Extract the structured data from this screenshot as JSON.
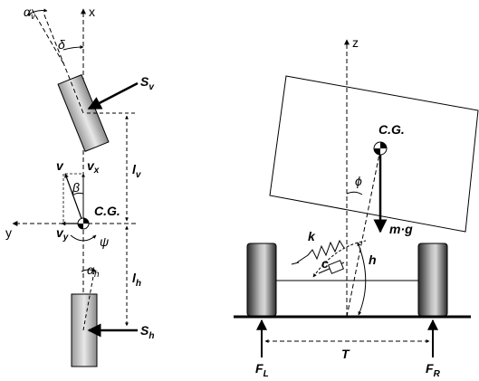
{
  "left": {
    "axis_x": "x",
    "axis_y": "y",
    "alpha_v": "α",
    "alpha_v_sub": "v",
    "delta": "δ",
    "S_v": "S",
    "S_v_sub": "v",
    "l_v": "l",
    "l_v_sub": "v",
    "v": "v",
    "v_x": "v",
    "v_x_sub": "x",
    "beta": "β",
    "v_y": "v",
    "v_y_sub": "y",
    "cg": "C.G.",
    "psi": "ψ",
    "l_h": "l",
    "l_h_sub": "h",
    "alpha_h": "α",
    "alpha_h_sub": "h",
    "S_h": "S",
    "S_h_sub": "h"
  },
  "right": {
    "axis_z": "z",
    "cg": "C.G.",
    "phi": "ϕ",
    "mg": "m·g",
    "k": "k",
    "c": "c",
    "h": "h",
    "T": "T",
    "F_L": "F",
    "F_L_sub": "L",
    "F_R": "F",
    "F_R_sub": "R"
  },
  "colors": {
    "line": "#000000",
    "wheel_dark": "#3a3a3a",
    "wheel_light": "#e0e0e0",
    "body_fill": "#ffffff"
  }
}
